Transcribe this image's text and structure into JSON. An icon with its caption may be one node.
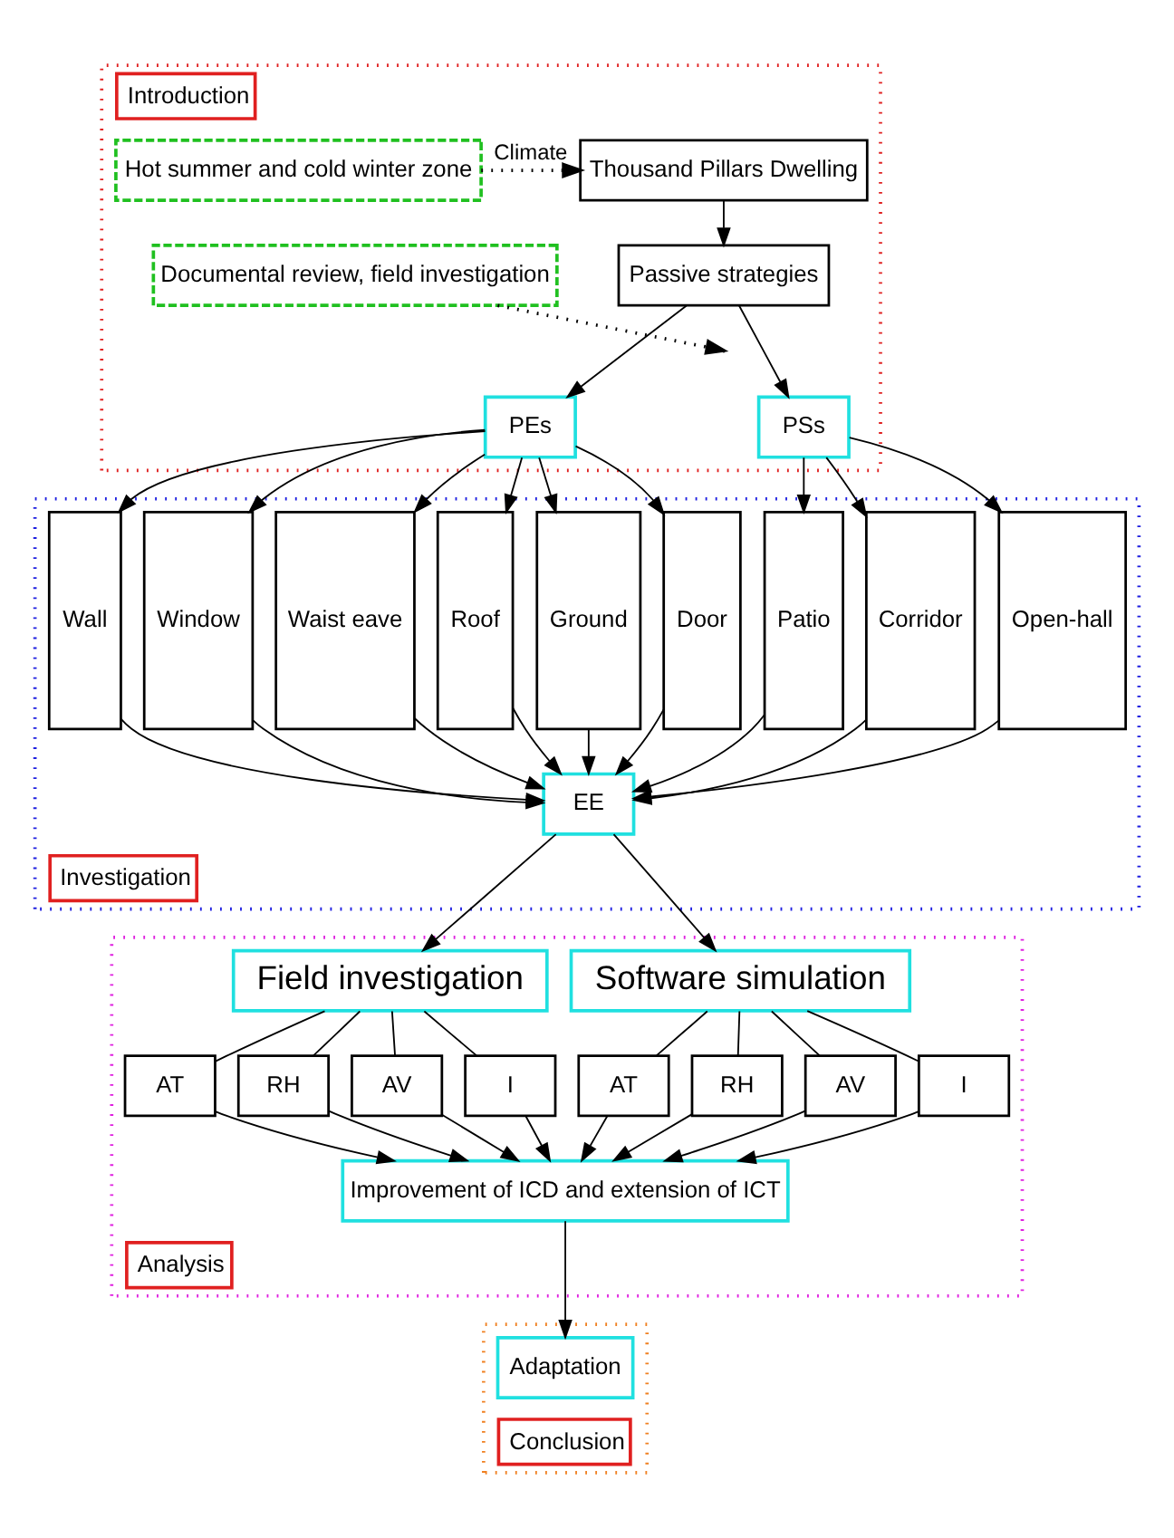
{
  "diagram": {
    "nodes": [
      {
        "text": [
          "Introduction"
        ]
      },
      {
        "text": [
          "Thousand Pillars Dwelling"
        ],
        "in": 0
      },
      {
        "text": [
          "Hot summer and cold winter zone"
        ],
        "in": 0
      },
      {
        "text": [
          "Passive strategies"
        ],
        "in": 0
      },
      {
        "text": [
          "Documental review, field investigation"
        ],
        "in": 0
      },
      {
        "text": [
          "PEs"
        ],
        "in": 0
      },
      {
        "text": [
          "PSs"
        ],
        "in": 0
      },
      {
        "text": [
          "Investigation"
        ]
      },
      {
        "text": [
          "Wall"
        ],
        "in": 7
      },
      {
        "text": [
          "Window"
        ],
        "in": 7
      },
      {
        "text": [
          "Waist eave"
        ],
        "in": 7
      },
      {
        "text": [
          "Roof"
        ],
        "in": 7
      },
      {
        "text": [
          "Ground"
        ],
        "in": 7
      },
      {
        "text": [
          "Door"
        ],
        "in": 7
      },
      {
        "text": [
          "Patio"
        ],
        "in": 7
      },
      {
        "text": [
          "Corridor"
        ],
        "in": 7
      },
      {
        "text": [
          "Open-hall"
        ],
        "in": 7
      },
      {
        "text": [
          "EE"
        ],
        "in": 7
      },
      {
        "text": [
          "Analysis"
        ]
      },
      {
        "text": [
          "Field investigation"
        ],
        "in": 18
      },
      {
        "text": [
          "Software simulation"
        ],
        "in": 18
      },
      {
        "text": [
          "AT"
        ],
        "in": 18
      },
      {
        "text": [
          "RH"
        ],
        "in": 18
      },
      {
        "text": [
          "AV"
        ],
        "in": 18
      },
      {
        "text": [
          "I"
        ],
        "in": 18
      },
      {
        "text": [
          "AT"
        ],
        "in": 18
      },
      {
        "text": [
          "RH"
        ],
        "in": 18
      },
      {
        "text": [
          "AV"
        ],
        "in": 18
      },
      {
        "text": [
          "I"
        ],
        "in": 18
      },
      {
        "text": [
          "Improvement of ICD and extension of ICT"
        ],
        "in": 18
      },
      {
        "text": [
          "Conclusion"
        ]
      },
      {
        "text": [
          "Adaptation"
        ],
        "in": 30
      }
    ],
    "edges": [
      {
        "from": 2,
        "to": 1,
        "arrow": "to",
        "label": "Climate",
        "style": "dashed"
      },
      {
        "from": 1,
        "to": 3,
        "arrow": "to"
      },
      {
        "from": 4,
        "to": null,
        "arrow": "to",
        "style": "dashed"
      },
      {
        "from": 3,
        "to": 5,
        "arrow": "to"
      },
      {
        "from": 3,
        "to": 6,
        "arrow": "to"
      },
      {
        "from": 5,
        "to": 8,
        "arrow": "to"
      },
      {
        "from": 5,
        "to": 9,
        "arrow": "to"
      },
      {
        "from": 5,
        "to": 10,
        "arrow": "to"
      },
      {
        "from": 5,
        "to": 11,
        "arrow": "to"
      },
      {
        "from": 5,
        "to": 12,
        "arrow": "to"
      },
      {
        "from": 5,
        "to": 13,
        "arrow": "to"
      },
      {
        "from": 6,
        "to": 14,
        "arrow": "to"
      },
      {
        "from": 6,
        "to": 15,
        "arrow": "to"
      },
      {
        "from": 6,
        "to": 16,
        "arrow": "to"
      },
      {
        "from": 8,
        "to": 17,
        "arrow": "to"
      },
      {
        "from": 9,
        "to": 17,
        "arrow": "to"
      },
      {
        "from": 10,
        "to": 17,
        "arrow": "to"
      },
      {
        "from": 11,
        "to": 17,
        "arrow": "to"
      },
      {
        "from": 12,
        "to": 17,
        "arrow": "to"
      },
      {
        "from": 13,
        "to": 17,
        "arrow": "to"
      },
      {
        "from": 14,
        "to": 17,
        "arrow": "to"
      },
      {
        "from": 15,
        "to": 17,
        "arrow": "to"
      },
      {
        "from": 16,
        "to": 17,
        "arrow": "to"
      },
      {
        "from": 17,
        "to": 19,
        "arrow": "to"
      },
      {
        "from": 17,
        "to": 20,
        "arrow": "to"
      },
      {
        "from": 19,
        "to": 21,
        "arrow": "none"
      },
      {
        "from": 19,
        "to": 22,
        "arrow": "none"
      },
      {
        "from": 19,
        "to": 23,
        "arrow": "none"
      },
      {
        "from": 19,
        "to": 24,
        "arrow": "none"
      },
      {
        "from": 20,
        "to": 25,
        "arrow": "none"
      },
      {
        "from": 20,
        "to": 26,
        "arrow": "none"
      },
      {
        "from": 20,
        "to": 27,
        "arrow": "none"
      },
      {
        "from": 20,
        "to": 28,
        "arrow": "none"
      },
      {
        "from": 21,
        "to": 29,
        "arrow": "to"
      },
      {
        "from": 22,
        "to": 29,
        "arrow": "to"
      },
      {
        "from": 23,
        "to": 29,
        "arrow": "to"
      },
      {
        "from": 24,
        "to": 29,
        "arrow": "to"
      },
      {
        "from": 25,
        "to": 29,
        "arrow": "to"
      },
      {
        "from": 26,
        "to": 29,
        "arrow": "to"
      },
      {
        "from": 27,
        "to": 29,
        "arrow": "to"
      },
      {
        "from": 28,
        "to": 29,
        "arrow": "to"
      },
      {
        "from": 29,
        "to": 31,
        "arrow": "to"
      }
    ]
  }
}
